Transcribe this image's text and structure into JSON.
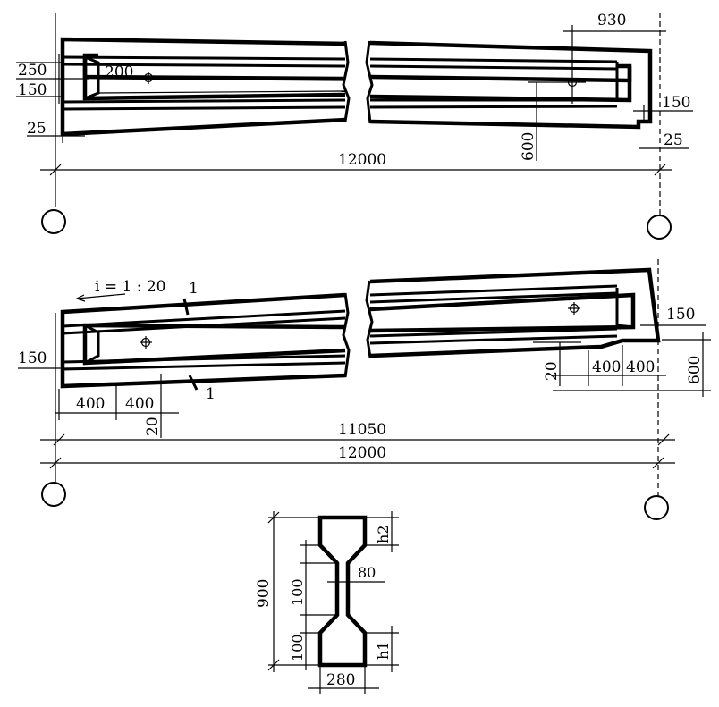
{
  "top_view": {
    "dims": {
      "d250": "250",
      "d200": "200",
      "d150_left": "150",
      "d25_left": "25",
      "d930": "930",
      "d150_right": "150",
      "d600": "600",
      "d25_right": "25",
      "total": "12000"
    }
  },
  "bottom_view": {
    "slope": "i = 1 : 20",
    "section_mark_top": "1",
    "section_mark_bottom": "1",
    "dims": {
      "d150_left": "150",
      "d400_a": "400",
      "d400_b": "400",
      "d20_left": "20",
      "d150_right": "150",
      "d20_right": "20",
      "d400_c": "400",
      "d400_d": "400",
      "d600": "600",
      "length": "11050",
      "total": "12000"
    }
  },
  "section": {
    "dims": {
      "height": "900",
      "h2": "h2",
      "web_top": "100",
      "web": "80",
      "web_bottom": "100",
      "h1": "h1",
      "width": "280"
    }
  }
}
